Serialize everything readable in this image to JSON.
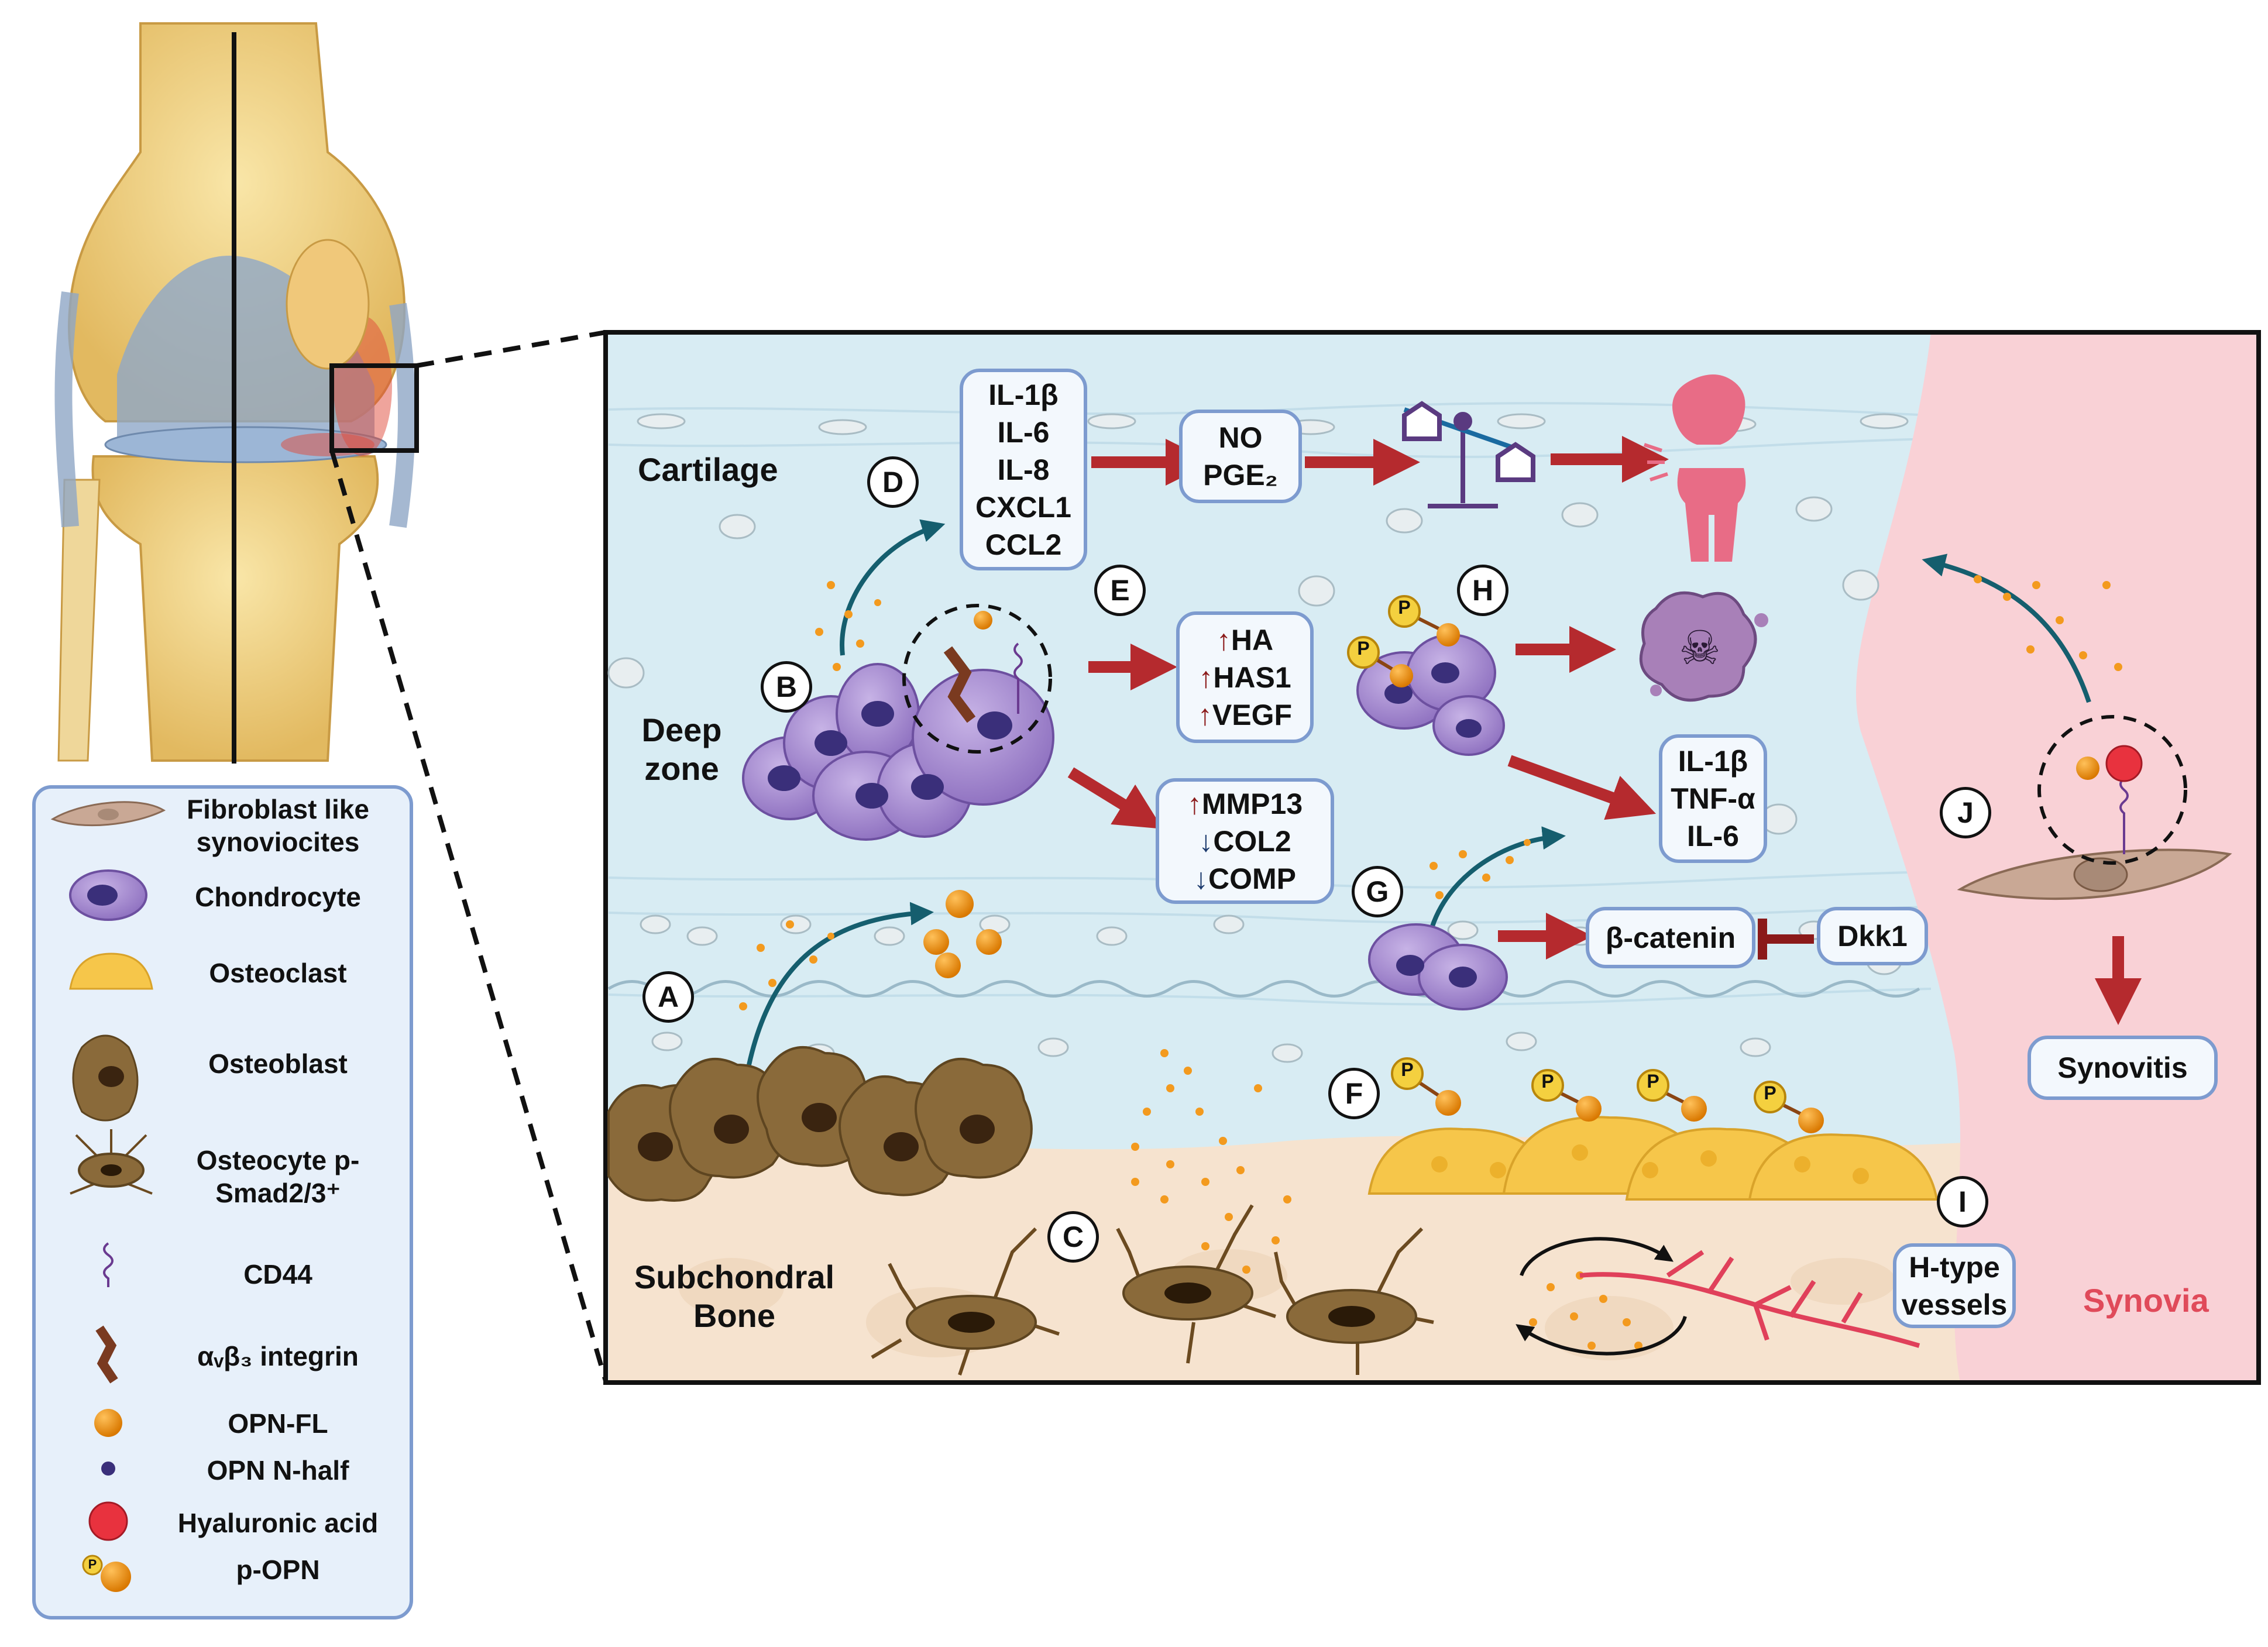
{
  "zones": {
    "cartilage": "Cartilage",
    "deep_zone": "Deep zone",
    "subchondral_bone": "Subchondral Bone",
    "synovia": "Synovia"
  },
  "steps": [
    "A",
    "B",
    "C",
    "D",
    "E",
    "F",
    "G",
    "H",
    "I",
    "J"
  ],
  "boxes": {
    "cytokines": [
      "IL-1β",
      "IL-6",
      "IL-8",
      "CXCL1",
      "CCL2"
    ],
    "no_pge": [
      "NO",
      "PGE₂"
    ],
    "ha_group": [
      "HA",
      "HAS1",
      "VEGF"
    ],
    "mmp_group": {
      "up": "MMP13",
      "down": [
        "COL2",
        "COMP"
      ]
    },
    "h_cytokines": [
      "IL-1β",
      "TNF-α",
      "IL-6"
    ],
    "beta_catenin": "β-catenin",
    "dkk1": "Dkk1",
    "synovitis": "Synovitis",
    "h_type_vessels": [
      "H-type",
      "vessels"
    ]
  },
  "phospho_label": "P",
  "legend": [
    {
      "icon": "fibroblast-icon",
      "label": "Fibroblast like synoviocites"
    },
    {
      "icon": "chondrocyte-icon",
      "label": "Chondrocyte"
    },
    {
      "icon": "osteoclast-icon",
      "label": "Osteoclast"
    },
    {
      "icon": "osteoblast-icon",
      "label": "Osteoblast"
    },
    {
      "icon": "osteocyte-icon",
      "label": "Osteocyte p-Smad2/3⁺"
    },
    {
      "icon": "cd44-icon",
      "label": "CD44"
    },
    {
      "icon": "integrin-icon",
      "label": "αᵥβ₃ integrin"
    },
    {
      "icon": "opn-fl-icon",
      "label": "OPN-FL"
    },
    {
      "icon": "opn-nhalf-icon",
      "label": "OPN N-half"
    },
    {
      "icon": "hyaluronic-acid-icon",
      "label": "Hyaluronic acid"
    },
    {
      "icon": "p-opn-icon",
      "label": "p-OPN"
    }
  ],
  "colors": {
    "cartilage_bg": "#d8ecf3",
    "bone_bg": "#f6e3cf",
    "synovia_bg": "#f9d1d6",
    "arrow_red": "#b52a2e",
    "arrow_teal": "#155e6e",
    "chondrocyte": "#a88fcf",
    "osteoclast": "#f6c64a",
    "osteoblast": "#8a6a3a",
    "opn": "#f39a1e",
    "ha": "#e8323e",
    "box_border": "#7d9bcf"
  }
}
